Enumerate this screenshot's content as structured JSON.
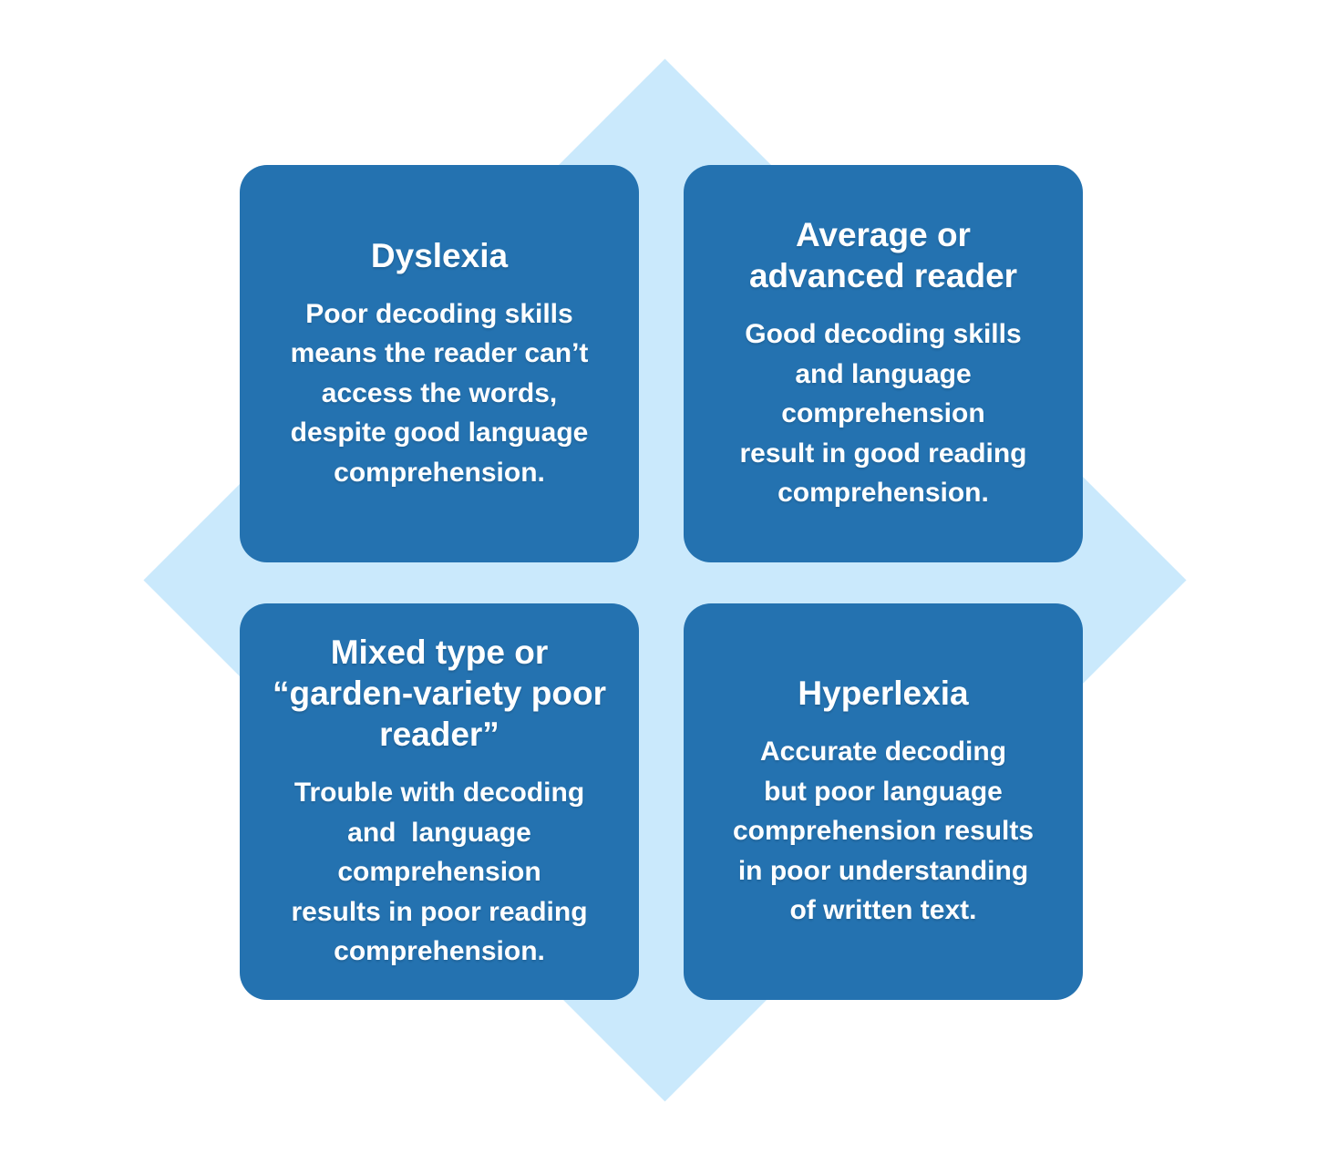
{
  "page": {
    "background_color": "#ffffff"
  },
  "diagram": {
    "type": "quadrant-infographic",
    "diamond_color": "#cae9fc",
    "card_color": "#2472b0",
    "text_color": "#ffffff",
    "quadrants": [
      {
        "position": "top-left",
        "title": "Dyslexia",
        "body": "Poor decoding skills\nmeans the reader can’t\naccess the words,\ndespite good language\ncomprehension."
      },
      {
        "position": "top-right",
        "title": "Average or\nadvanced reader",
        "body": "Good decoding skills\nand language\ncomprehension\nresult in good reading\ncomprehension."
      },
      {
        "position": "bottom-left",
        "title": "Mixed type or\n“garden-variety poor\nreader”",
        "body": "Trouble with decoding\nand  language\ncomprehension\nresults in poor reading\ncomprehension."
      },
      {
        "position": "bottom-right",
        "title": "Hyperlexia",
        "body": "Accurate decoding\nbut poor language\ncomprehension results\nin poor understanding\nof written text."
      }
    ]
  }
}
